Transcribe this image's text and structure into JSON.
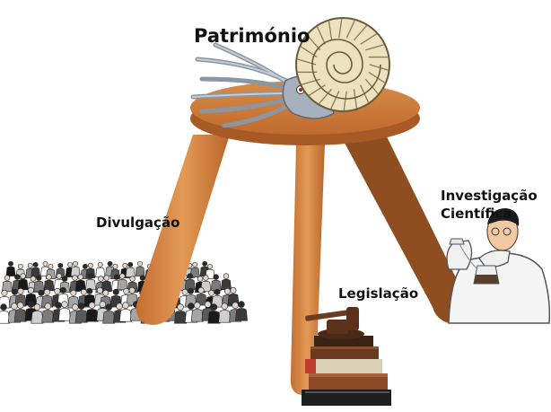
{
  "title": "Património",
  "labels": {
    "divulgacao": "Divulgação",
    "investigacao_1": "Investigação",
    "investigacao_2": "Científica",
    "legislacao": "Legislação"
  },
  "colors": {
    "wood_light": "#d4843e",
    "wood_dark": "#9a5422",
    "wood_mid": "#b8682e",
    "shell": "#ede2bf",
    "shell_stripe": "#8b7a55",
    "tentacle": "#9aa6b3"
  },
  "icons": [
    "stool",
    "nautilus",
    "crowd",
    "scientist",
    "gavel",
    "book-stack"
  ]
}
